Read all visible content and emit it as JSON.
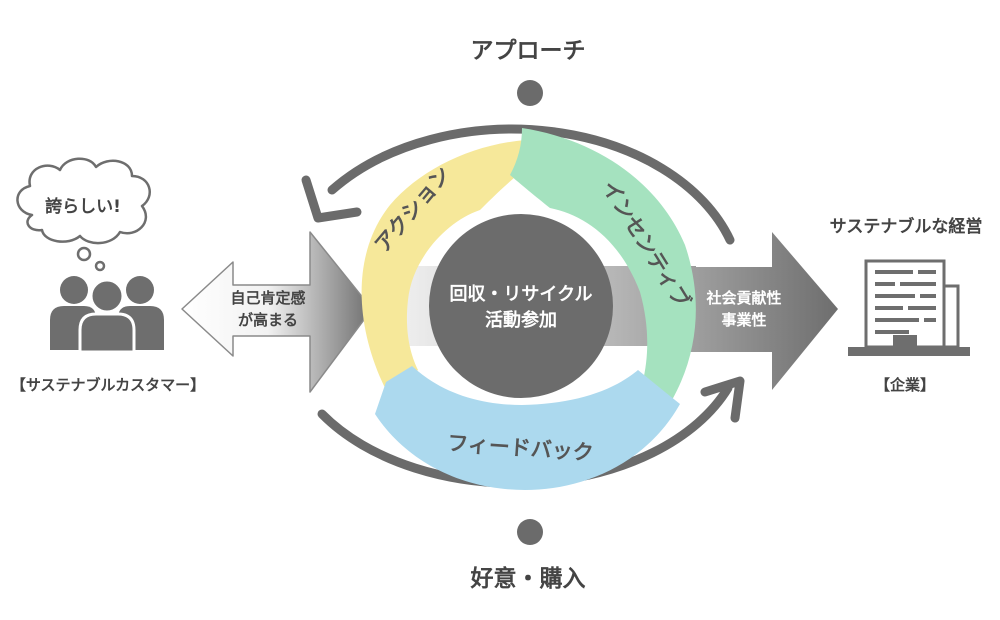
{
  "cycle": {
    "top_label": "アプローチ",
    "bottom_label": "好意・購入",
    "center_line1": "回収・リサイクル",
    "center_line2": "活動参加",
    "segments": {
      "action": "アクション",
      "incentive": "インセンティブ",
      "feedback": "フィードバック"
    }
  },
  "customer": {
    "thought": "誇らしい!",
    "caption": "【サステナブルカスタマー】",
    "effect_line1": "自己肯定感",
    "effect_line2": "が高まる"
  },
  "company": {
    "title": "サステナブルな経営",
    "caption": "【企業】",
    "effect_line1": "社会貢献性",
    "effect_line2": "事業性"
  },
  "colors": {
    "gray_dark": "#6e6e6e",
    "gray_ring": "#6b6b6b",
    "yellow": "#f6e89a",
    "green": "#a5e2bf",
    "blue": "#acd9ee",
    "center": "#6c6c6c"
  }
}
